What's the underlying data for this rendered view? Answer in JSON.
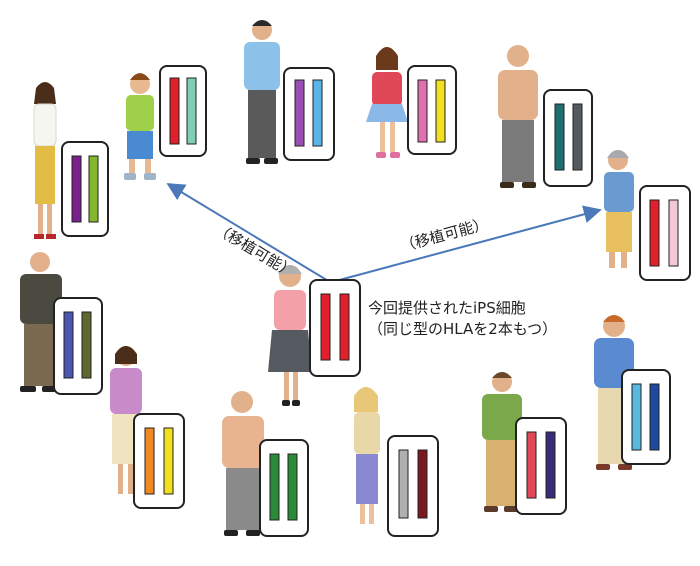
{
  "caption": {
    "line1": "今回提供されたiPS細胞",
    "line2": "（同じ型のHLAを2本もつ）"
  },
  "arrows": {
    "left_label": "（移植可能）",
    "right_label": "（移植可能）",
    "color": "#4a78b8"
  },
  "people": [
    {
      "id": "woman-left-top",
      "stripes": [
        "#7a1f8c",
        "#84b82c"
      ]
    },
    {
      "id": "boy",
      "stripes": [
        "#e0202a",
        "#7fcfb4"
      ]
    },
    {
      "id": "man-glasses",
      "stripes": [
        "#9a4fb4",
        "#5ab4e8"
      ]
    },
    {
      "id": "girl",
      "stripes": [
        "#e070b0",
        "#f0e020"
      ]
    },
    {
      "id": "old-man-top-right",
      "stripes": [
        "#1f6f70",
        "#555a5e"
      ]
    },
    {
      "id": "old-woman-right",
      "stripes": [
        "#e0202a",
        "#f2c8d8"
      ]
    },
    {
      "id": "center-woman",
      "stripes": [
        "#e0202a",
        "#e0202a"
      ]
    },
    {
      "id": "man-suit",
      "stripes": [
        "#4a56b0",
        "#606830"
      ]
    },
    {
      "id": "woman-purple",
      "stripes": [
        "#f08a20",
        "#f0e020"
      ]
    },
    {
      "id": "old-man-bottom",
      "stripes": [
        "#2a8a3a",
        "#2a8a3a"
      ]
    },
    {
      "id": "woman-blonde",
      "stripes": [
        "#b0b0b0",
        "#7a1a20"
      ]
    },
    {
      "id": "man-green",
      "stripes": [
        "#e04858",
        "#3a2a7a"
      ]
    },
    {
      "id": "man-blue-sweater",
      "stripes": [
        "#5ab8e0",
        "#1f4aa0"
      ]
    }
  ]
}
